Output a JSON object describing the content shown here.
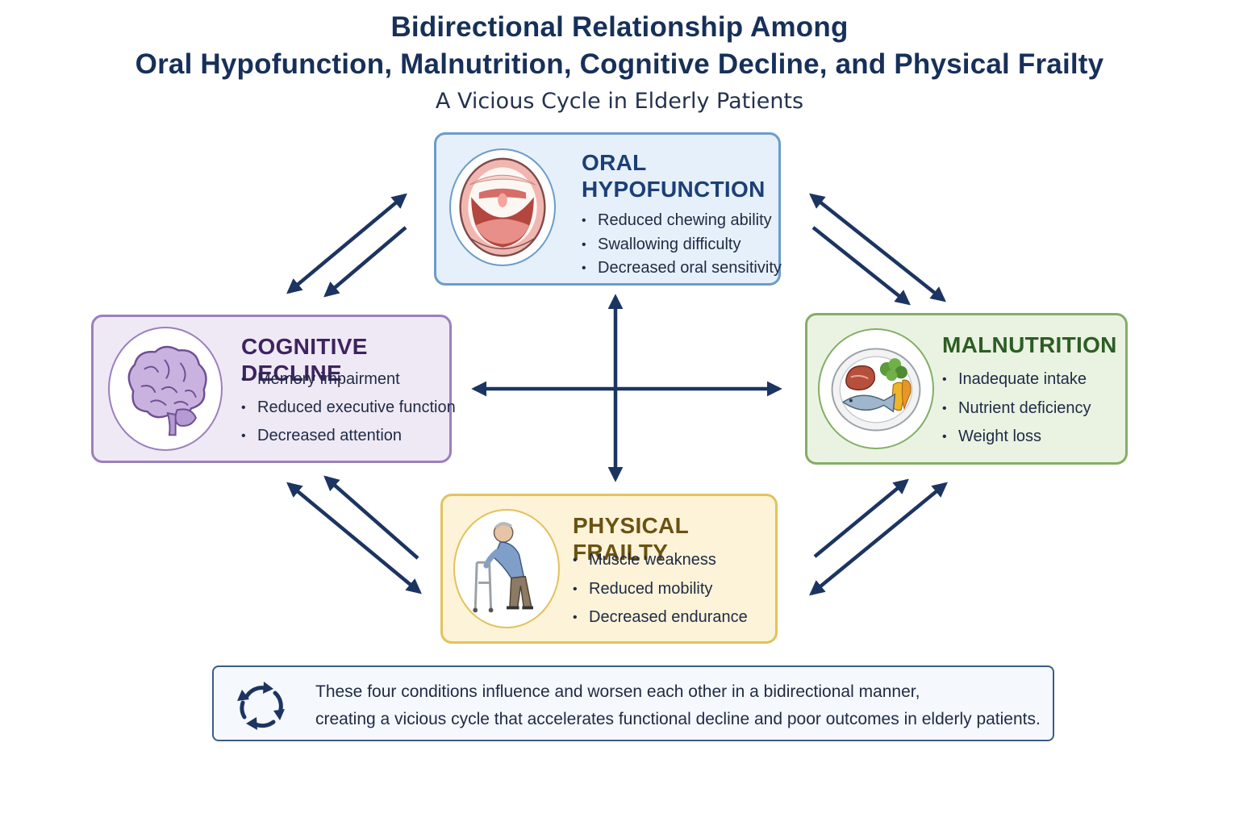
{
  "title": {
    "line1": "Bidirectional Relationship Among",
    "line2": "Oral Hypofunction, Malnutrition, Cognitive Decline, and Physical Frailty",
    "subtitle": "A Vicious Cycle in Elderly Patients"
  },
  "boxes": {
    "oral": {
      "heading_line1": "ORAL",
      "heading_line2": "HYPOFUNCTION",
      "icon": "open-mouth-icon",
      "items": [
        "Reduced chewing ability",
        "Swallowing difficulty",
        "Decreased oral sensitivity"
      ]
    },
    "cognitive": {
      "heading": "COGNITIVE DECLINE",
      "icon": "brain-icon",
      "items": [
        "Memory impairment",
        "Reduced executive function",
        "Decreased attention"
      ]
    },
    "malnutrition": {
      "heading": "MALNUTRITION",
      "icon": "food-plate-icon",
      "items": [
        "Inadequate intake",
        "Nutrient deficiency",
        "Weight loss"
      ]
    },
    "frailty": {
      "heading": "PHYSICAL FRAILTY",
      "icon": "elderly-walker-icon",
      "items": [
        "Muscle weakness",
        "Reduced mobility",
        "Decreased endurance"
      ]
    }
  },
  "note": {
    "icon": "cycle-arrows-icon",
    "line1": "These four conditions influence and worsen each other in a bidirectional manner,",
    "line2": "creating a vicious cycle that accelerates functional decline and poor outcomes in elderly patients."
  },
  "colors": {
    "arrow": "#1c3461",
    "title": "#17305a",
    "oral": "#6b9ccb",
    "cognitive": "#9a80bc",
    "malnutrition": "#85ad66",
    "frailty": "#e2c25c"
  }
}
